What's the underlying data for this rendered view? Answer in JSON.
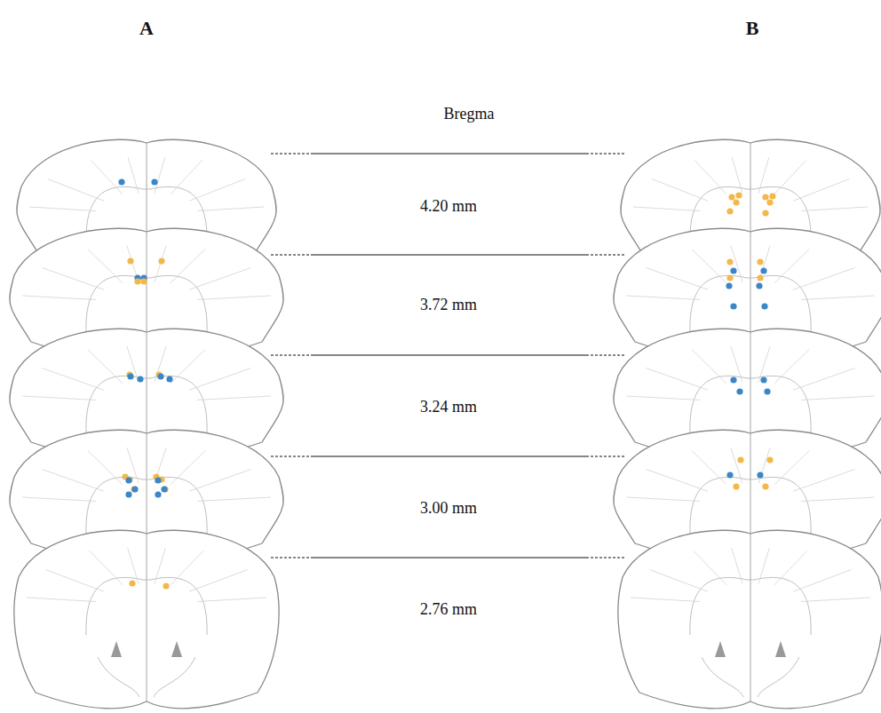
{
  "diagram": {
    "labels": [
      "A",
      "B",
      "Bregma",
      "4.20 mm",
      "3.72 mm",
      "3.24 mm",
      "3.00 mm",
      "2.76 mm"
    ]
  }
}
